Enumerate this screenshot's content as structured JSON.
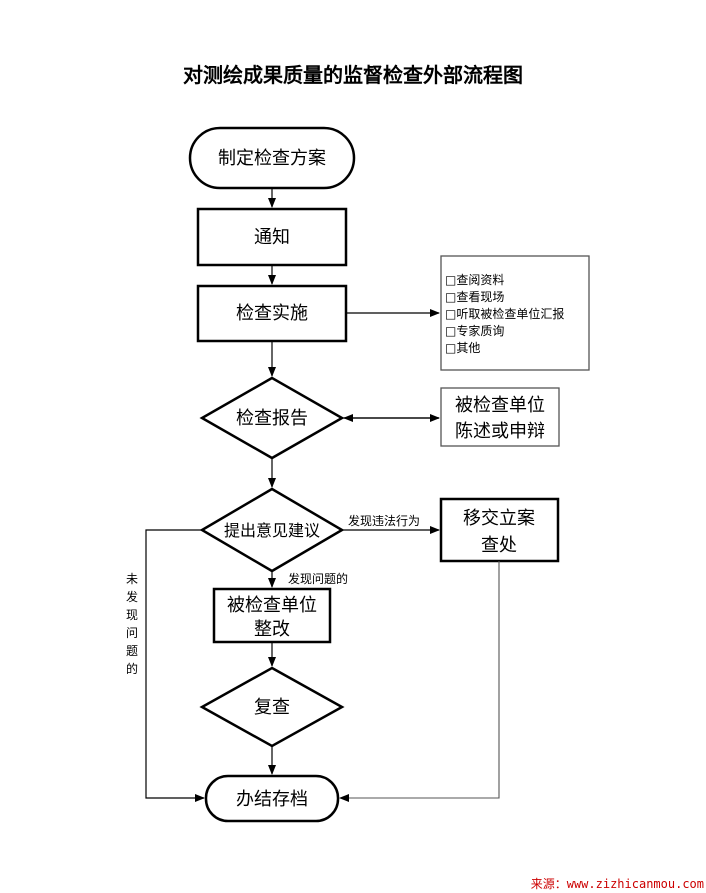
{
  "title": "对测绘成果质量的监督检查外部流程图",
  "nodes": {
    "start": "制定检查方案",
    "notify": "通知",
    "inspect": "检查实施",
    "report": "检查报告",
    "statement": [
      "被检查单位",
      "陈述或申辩"
    ],
    "suggest": "提出意见建议",
    "transfer": [
      "移交立案",
      "查处"
    ],
    "rectify": [
      "被检查单位",
      "整改"
    ],
    "recheck": "复查",
    "archive": "办结存档"
  },
  "methods": [
    "□查阅资料",
    "□查看现场",
    "□听取被检查单位汇报",
    "□专家质询",
    "□其他"
  ],
  "edge_labels": {
    "violation": "发现违法行为",
    "problem": "发现问题的",
    "no_problem": [
      "未",
      "发",
      "现",
      "问",
      "题",
      "的"
    ]
  },
  "source": "来源：www.zizhicanmou.com"
}
